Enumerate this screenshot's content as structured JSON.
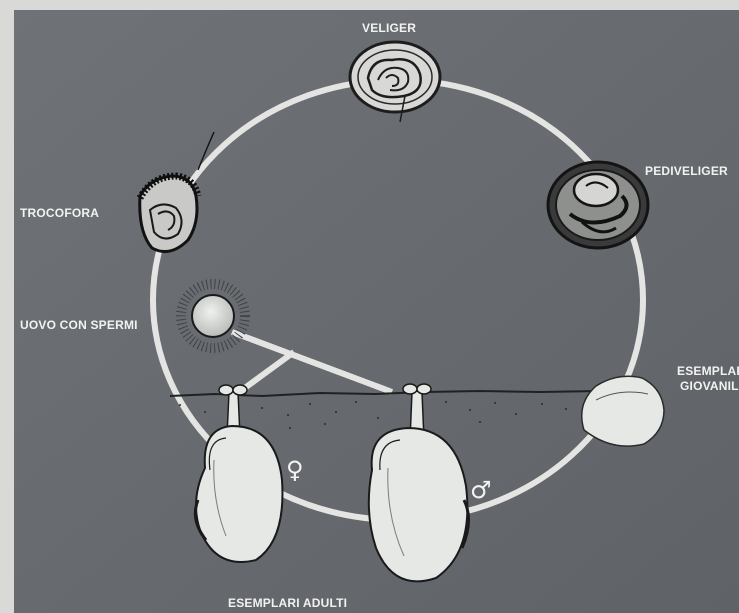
{
  "diagram": {
    "stages": {
      "veliger": "VELIGER",
      "pediveliger": "PEDIVELIGER",
      "trocofora": "TROCOFORA",
      "uovo": "UOVO CON SPERMI",
      "giovanili_line1": "ESEMPLARI",
      "giovanili_line2": "GIOVANILI",
      "adulti": "ESEMPLARI ADULTI"
    },
    "symbols": {
      "female": "♀",
      "male": "♂"
    },
    "colors": {
      "background": "#676b6f",
      "cycle_ring": "#e4e5e3",
      "label_text": "#f2f2f0",
      "shell_fill": "#e6e8e6",
      "ink": "#1a1a1a"
    }
  }
}
